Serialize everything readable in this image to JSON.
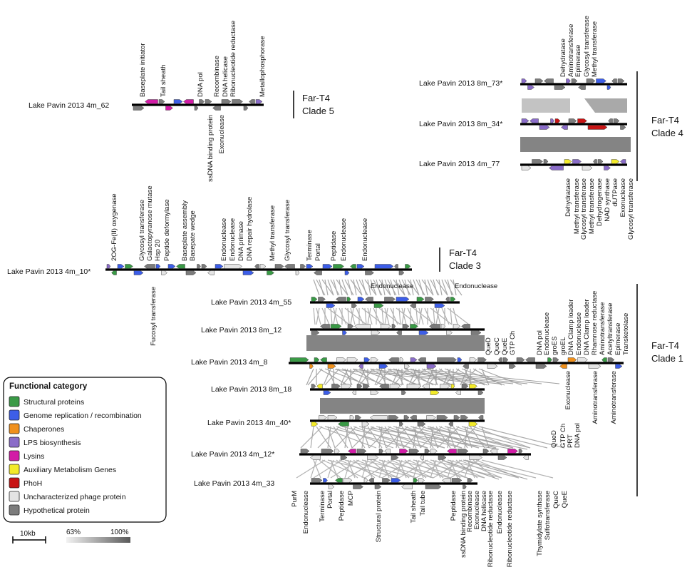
{
  "colors": {
    "structural": "#3a9a46",
    "replication": "#3d5ee8",
    "chaperone": "#f0901c",
    "lps": "#8a6cc8",
    "lysin": "#d21ca6",
    "amg": "#f2ea2a",
    "phoh": "#c81414",
    "uncharacterized": "#e4e4e4",
    "hypothetical": "#7c7c7c"
  },
  "legend": {
    "title": "Functional category",
    "items": [
      {
        "label": "Structural proteins",
        "color": "#3a9a46"
      },
      {
        "label": "Genome replication / recombination",
        "color": "#3d5ee8"
      },
      {
        "label": "Chaperones",
        "color": "#f0901c"
      },
      {
        "label": "LPS biosynthesis",
        "color": "#8a6cc8"
      },
      {
        "label": "Lysins",
        "color": "#d21ca6"
      },
      {
        "label": "Auxiliary Metabolism Genes",
        "color": "#f2ea2a"
      },
      {
        "label": "PhoH",
        "color": "#c81414"
      },
      {
        "label": "Uncharacterized phage protein",
        "color": "#e4e4e4"
      },
      {
        "label": "Hypothetical protein",
        "color": "#7c7c7c"
      }
    ]
  },
  "scale": {
    "bar_label": "10kb",
    "identity_min": "63%",
    "identity_max": "100%"
  },
  "clades": {
    "c5": [
      "Far-T4",
      "Clade 5"
    ],
    "c4": [
      "Far-T4",
      "Clade 4"
    ],
    "c3": [
      "Far-T4",
      "Clade 3"
    ],
    "c1": [
      "Far-T4",
      "Clade 1"
    ]
  },
  "genomes": {
    "g62": "Lake Pavin 2013 4m_62",
    "g73": "Lake Pavin 2013 8m_73*",
    "g34": "Lake Pavin 2013 8m_34*",
    "g77": "Lake Pavin 2013 4m_77",
    "g10": "Lake Pavin 2013 4m_10*",
    "g55": "Lake Pavin 2013 4m_55",
    "g12b": "Lake Pavin 2013 8m_12",
    "g8": "Lake Pavin 2013 4m_8",
    "g18": "Lake Pavin 2013 8m_18",
    "g40": "Lake Pavin 2013 4m_40*",
    "g12": "Lake Pavin 2013 4m_12*",
    "g33": "Lake Pavin 2013 4m_33"
  },
  "annotations": {
    "c5_top": [
      "Baseplate initiator",
      "Tail sheath",
      "DNA pol",
      "Recombinase",
      "DNA helicase",
      "Ribonucleotide reductase",
      "Metallophosphorase"
    ],
    "c5_bottom": [
      "ssDNA binding protein",
      "Exonuclease"
    ],
    "c4_top": [
      "Dehydratase",
      "Aminotransferase",
      "Epimerase",
      "Glycosyl transferase",
      "Methyl transferase"
    ],
    "c4_bottom": [
      "Dehydratase",
      "Methyl transferase",
      "Glycosyl transferase",
      "Methyl transferase",
      "Dehydrogenase",
      "NAD synthase",
      "dUTPase",
      "Exonuclease",
      "Glycosyl transferase"
    ],
    "c3_top": [
      "2OG-Fe(II) oxygenase",
      "Glycosyl transferase",
      "Galactopyranose mutase",
      "Hsp 20",
      "Peptide deformylase",
      "Baseplate assembly",
      "Basepate wedge",
      "Endonuclease",
      "Endonuclease",
      "DNA primase",
      "DNA repair hydrolase",
      "Methyl transferase",
      "Glycosyl transferase",
      "Terminase",
      "Portal",
      "Peptidase",
      "Endonuclease",
      "Endonuclease"
    ],
    "c3_bottom": [
      "Fucosyl transferase",
      "Endonuclease",
      "Endonuclease"
    ],
    "c1_right": [
      "QueD",
      "QueC",
      "QueE",
      "GTP Ch",
      "DNA pol",
      "Endonuclease",
      "groES",
      "groEL",
      "DNA Clamp loader",
      "Endonuclease",
      "DNA Clamp loader",
      "Rhamnose reductase",
      "Aminotransferase",
      "Acetyltransferase",
      "Epimerase",
      "Transketolase"
    ],
    "c1_right_bottom": [
      "Exonuclease",
      "Aminotransferase",
      "Aminotransferase"
    ],
    "c1_g12": [
      "QueD",
      "GTP Ch",
      "PRT",
      "DNA pol"
    ],
    "c1_bottom": [
      "PurM",
      "Endonuclease",
      "Terminase",
      "Portal",
      "Peptidase",
      "MCP",
      "Structural protein",
      "Tail sheath",
      "Tail tube",
      "Peptidase",
      "ssDNA binding protein",
      "Recombinase",
      "Exonuclease",
      "DNA helicase",
      "Ribonucleotide reductase",
      "Endonuclease",
      "Ribonucleotide reductase",
      "Thymidylate synthase",
      "Sulfotransferase",
      "QueC",
      "QueE"
    ]
  }
}
